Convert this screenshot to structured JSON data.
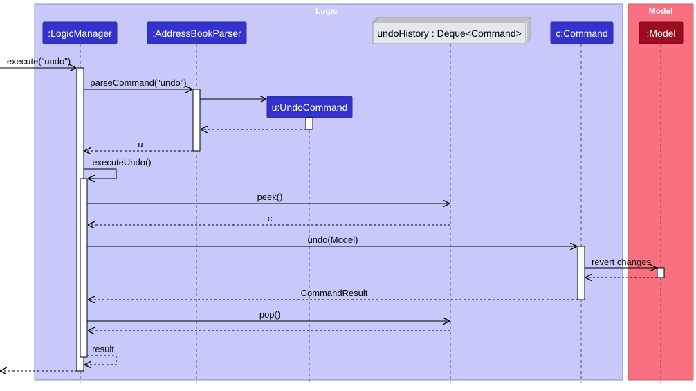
{
  "frames": {
    "logic": {
      "title": "Logic",
      "fill": "#c8c8fa",
      "border": "#8888bb"
    },
    "model": {
      "title": "Model",
      "fill": "#f97181",
      "border": "#c24b5b"
    }
  },
  "participants": {
    "logic_manager": {
      "label": ":LogicManager",
      "fill": "#3333cc"
    },
    "parser": {
      "label": ":AddressBookParser",
      "fill": "#3333cc"
    },
    "undo_history": {
      "label": "undoHistory : Deque<Command>",
      "fill": "#e6e6ee"
    },
    "command": {
      "label": "c:Command",
      "fill": "#3333cc"
    },
    "model": {
      "label": ":Model",
      "fill": "#9b0d1e"
    },
    "undo_command": {
      "label": "u:UndoCommand",
      "fill": "#3333cc"
    }
  },
  "messages": {
    "execute": "execute(\"undo\")",
    "parse_command": "parseCommand(\"undo\")",
    "return_u": "u",
    "execute_undo": "executeUndo()",
    "peek": "peek()",
    "return_c": "c",
    "undo_model": "undo(Model)",
    "revert_changes": "revert changes",
    "command_result": "CommandResult",
    "pop": "pop()",
    "result": "result"
  }
}
